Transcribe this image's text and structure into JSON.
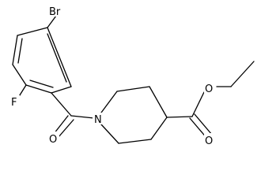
{
  "molecule": {
    "atoms": {
      "bromine": "Br",
      "fluorine": "F",
      "nitrogen": "N",
      "ketone_oxygen": "O",
      "ester_carbonyl_oxygen": "O",
      "ester_ether_oxygen": "O"
    },
    "colors": {
      "bond": "#000000",
      "label": "#000000",
      "background": "#ffffff"
    }
  }
}
